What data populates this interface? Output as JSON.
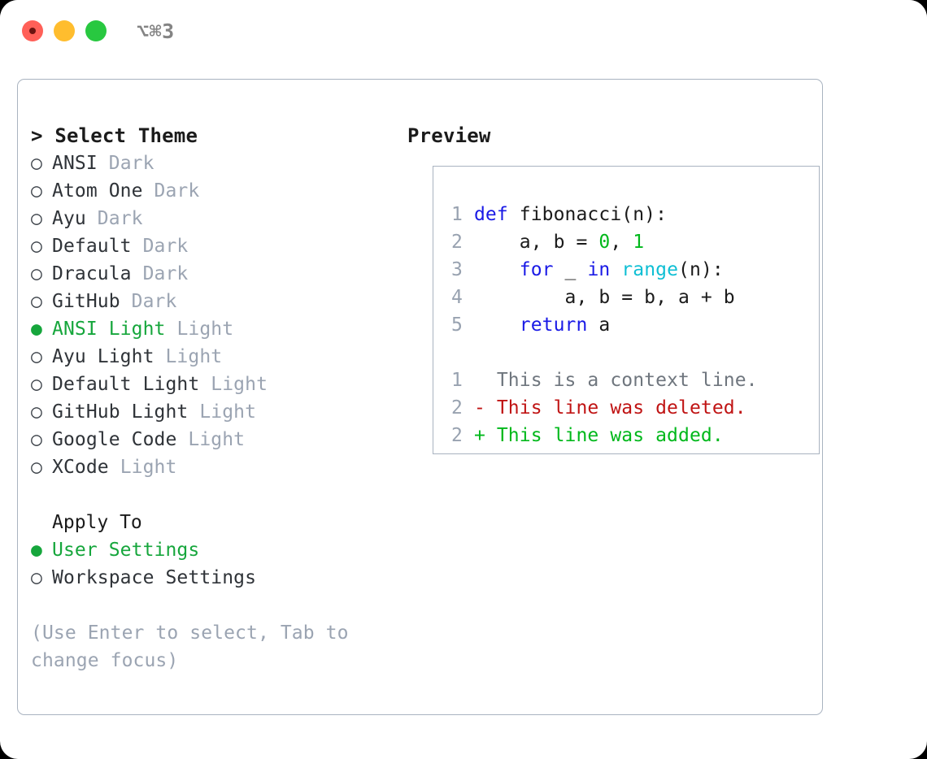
{
  "window": {
    "title": "⌥⌘3",
    "traffic_lights": [
      "close-red",
      "minimize-yellow",
      "maximize-green"
    ]
  },
  "colors": {
    "accent_green": "#16a63c",
    "muted": "#9ba4b2",
    "border": "#a9b3c0",
    "keyword_blue": "#1a1ae6",
    "function_cyan": "#0fbfd4",
    "number_green": "#00b81b",
    "diff_delete_red": "#c01414",
    "diff_add_green": "#00b81b",
    "text": "#1b1b1b"
  },
  "theme_picker": {
    "heading_marker": ">",
    "heading": "Select Theme",
    "marker_selected": "●",
    "marker_unselected": "○",
    "themes": [
      {
        "name": "ANSI",
        "category": "Dark",
        "selected": false
      },
      {
        "name": "Atom One",
        "category": "Dark",
        "selected": false
      },
      {
        "name": "Ayu",
        "category": "Dark",
        "selected": false
      },
      {
        "name": "Default",
        "category": "Dark",
        "selected": false
      },
      {
        "name": "Dracula",
        "category": "Dark",
        "selected": false
      },
      {
        "name": "GitHub",
        "category": "Dark",
        "selected": false
      },
      {
        "name": "ANSI Light",
        "category": "Light",
        "selected": true
      },
      {
        "name": "Ayu Light",
        "category": "Light",
        "selected": false
      },
      {
        "name": "Default Light",
        "category": "Light",
        "selected": false
      },
      {
        "name": "GitHub Light",
        "category": "Light",
        "selected": false
      },
      {
        "name": "Google Code",
        "category": "Light",
        "selected": false
      },
      {
        "name": "XCode",
        "category": "Light",
        "selected": false
      }
    ]
  },
  "apply_to": {
    "heading": "Apply To",
    "options": [
      {
        "name": "User Settings",
        "selected": true
      },
      {
        "name": "Workspace Settings",
        "selected": false
      }
    ]
  },
  "hint": "(Use Enter to select, Tab to change focus)",
  "preview": {
    "heading": "Preview",
    "code": [
      {
        "lineno": "1",
        "tokens": [
          {
            "t": "def",
            "c": "kw"
          },
          {
            "t": " fibonacci(n):",
            "c": "plain"
          }
        ]
      },
      {
        "lineno": "2",
        "tokens": [
          {
            "t": "    a, b = ",
            "c": "plain"
          },
          {
            "t": "0",
            "c": "num"
          },
          {
            "t": ", ",
            "c": "plain"
          },
          {
            "t": "1",
            "c": "num"
          }
        ]
      },
      {
        "lineno": "3",
        "tokens": [
          {
            "t": "    ",
            "c": "plain"
          },
          {
            "t": "for",
            "c": "kw"
          },
          {
            "t": " _ ",
            "c": "plain"
          },
          {
            "t": "in",
            "c": "kw"
          },
          {
            "t": " ",
            "c": "plain"
          },
          {
            "t": "range",
            "c": "fn"
          },
          {
            "t": "(n):",
            "c": "plain"
          }
        ]
      },
      {
        "lineno": "4",
        "tokens": [
          {
            "t": "        a, b = b, a + b",
            "c": "plain"
          }
        ]
      },
      {
        "lineno": "5",
        "tokens": [
          {
            "t": "    ",
            "c": "plain"
          },
          {
            "t": "return",
            "c": "kw"
          },
          {
            "t": " a",
            "c": "plain"
          }
        ]
      }
    ],
    "diff": [
      {
        "lineno": "1",
        "text": "  This is a context line.",
        "kind": "ctx"
      },
      {
        "lineno": "2",
        "text": "- This line was deleted.",
        "kind": "del"
      },
      {
        "lineno": "2",
        "text": "+ This line was added.",
        "kind": "add"
      }
    ]
  }
}
